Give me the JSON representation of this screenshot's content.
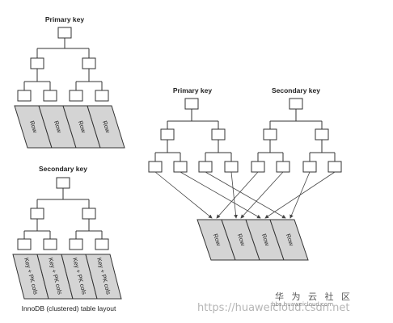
{
  "diagrams": {
    "primary_tree": {
      "label": "Primary key",
      "cell_label": "Row"
    },
    "secondary_tree": {
      "label": "Secondary key",
      "cell_label": "Key + PK cols"
    },
    "caption": "InnoDB (clustered) table layout",
    "combined_primary": {
      "label": "Primary key"
    },
    "combined_secondary": {
      "label": "Secondary key"
    },
    "combined_cell_label": "Row"
  },
  "watermark": {
    "brand": "华 为 云 社 区",
    "site": "bbs.huaweicloud.com",
    "url": "https://huaweicloud.csdn.net"
  },
  "colors": {
    "row_fill": "#d4d4d4",
    "line": "#333333",
    "background": "#ffffff"
  }
}
